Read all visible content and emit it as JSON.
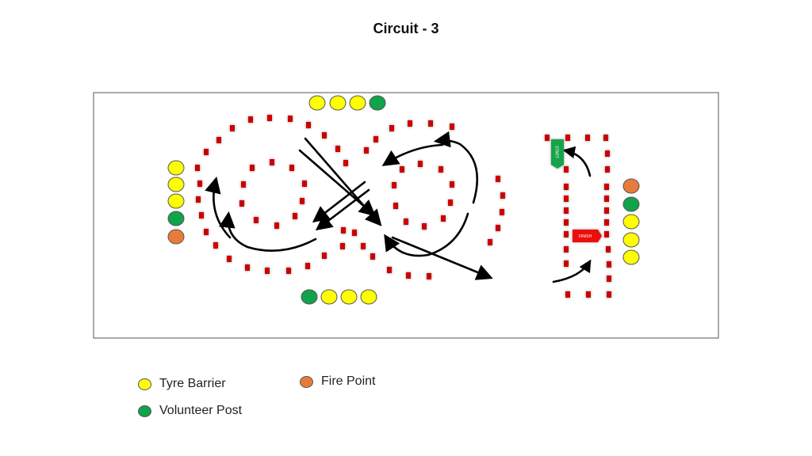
{
  "title": "Circuit - 3",
  "legend": {
    "tyre_barrier": "Tyre Barrier",
    "volunteer_post": "Volunteer Post",
    "fire_point": "Fire Point"
  },
  "signs": {
    "start": "START",
    "finish": "FINISH"
  },
  "colors": {
    "tyre": "#ffff00",
    "volunteer": "#11a34b",
    "fire": "#e87b3b",
    "cone": "#cc0000",
    "start": "#15a34a",
    "finish": "#ee1111",
    "border": "#555555",
    "arrow": "#000000"
  }
}
